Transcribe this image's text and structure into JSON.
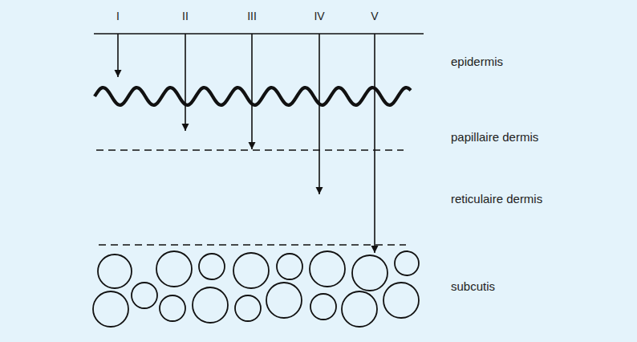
{
  "diagram": {
    "labels": [
      "I",
      "II",
      "III",
      "IV",
      "V",
      "epidermis",
      "papillaire dermis",
      "reticulaire dermis",
      "subcutis"
    ]
  }
}
